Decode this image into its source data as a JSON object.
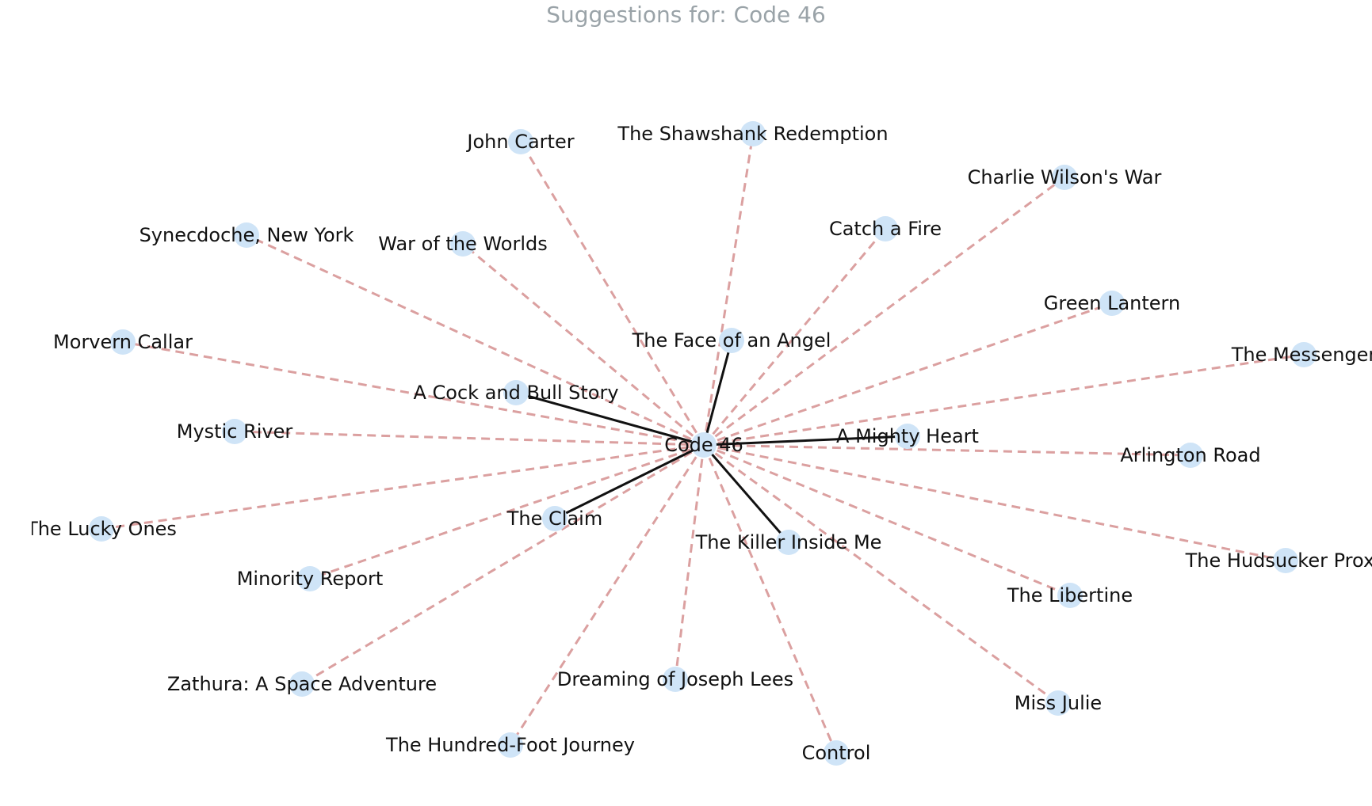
{
  "title": "Suggestions for: Code 46",
  "colors": {
    "node_fill": "#cfe4f7",
    "strong_edge": "#111111",
    "weak_edge": "#dba0a0",
    "title": "#9aa3a8"
  },
  "graph": {
    "center": {
      "label": "Code 46"
    },
    "nodes": [
      {
        "label": "The Face of an Angel",
        "edge": "strong"
      },
      {
        "label": "A Cock and Bull Story",
        "edge": "strong"
      },
      {
        "label": "A Mighty Heart",
        "edge": "strong"
      },
      {
        "label": "The Claim",
        "edge": "strong"
      },
      {
        "label": "The Killer Inside Me",
        "edge": "strong"
      },
      {
        "label": "John Carter",
        "edge": "weak"
      },
      {
        "label": "The Shawshank Redemption",
        "edge": "weak"
      },
      {
        "label": "Charlie Wilson's War",
        "edge": "weak"
      },
      {
        "label": "Catch a Fire",
        "edge": "weak"
      },
      {
        "label": "Synecdoche, New York",
        "edge": "weak"
      },
      {
        "label": "War of the Worlds",
        "edge": "weak"
      },
      {
        "label": "Green Lantern",
        "edge": "weak"
      },
      {
        "label": "Morvern Callar",
        "edge": "weak"
      },
      {
        "label": "The Messenger",
        "edge": "weak"
      },
      {
        "label": "Mystic River",
        "edge": "weak"
      },
      {
        "label": "Arlington Road",
        "edge": "weak"
      },
      {
        "label": "The Lucky Ones",
        "edge": "weak"
      },
      {
        "label": "The Hudsucker Proxy",
        "edge": "weak"
      },
      {
        "label": "Minority Report",
        "edge": "weak"
      },
      {
        "label": "The Libertine",
        "edge": "weak"
      },
      {
        "label": "Zathura: A Space Adventure",
        "edge": "weak"
      },
      {
        "label": "Dreaming of Joseph Lees",
        "edge": "weak"
      },
      {
        "label": "Miss Julie",
        "edge": "weak"
      },
      {
        "label": "The Hundred-Foot Journey",
        "edge": "weak"
      },
      {
        "label": "Control",
        "edge": "weak"
      }
    ]
  }
}
